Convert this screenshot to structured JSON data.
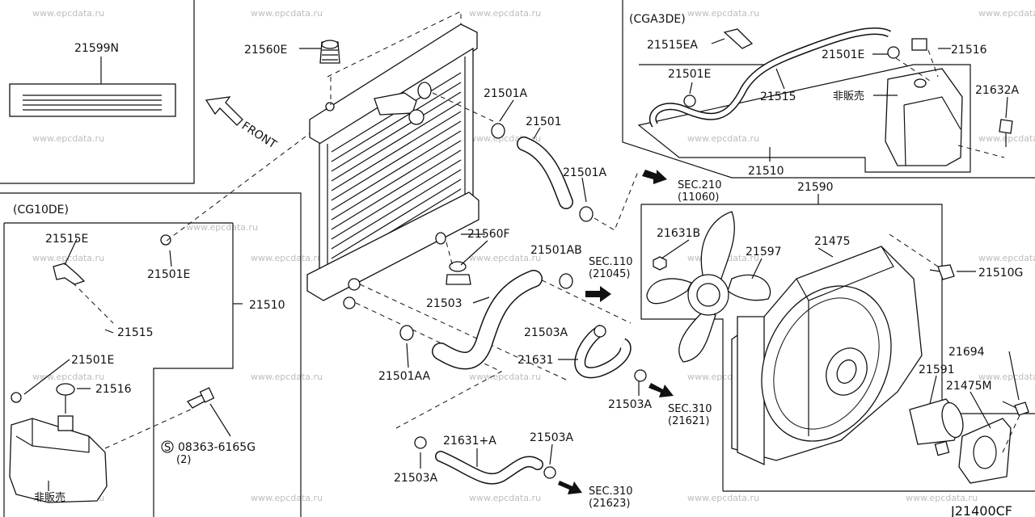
{
  "watermark": "www.epcdata.ru",
  "diagram_code": "J21400CF",
  "boxes": {
    "top_left": {
      "part": "21599N"
    },
    "cga3de": {
      "title": "(CGA3DE)"
    },
    "cg10de": {
      "title": "(CG10DE)"
    }
  },
  "front_label": "FRONT",
  "not_for_sale": "非販売",
  "labels": {
    "p21560E": "21560E",
    "p21501A_1": "21501A",
    "p21501": "21501",
    "p21501A_2": "21501A",
    "p21560F": "21560F",
    "p21501AB": "21501AB",
    "p21503": "21503",
    "p21503A_1": "21503A",
    "p21631": "21631",
    "p21503A_2": "21503A",
    "p21501AA": "21501AA",
    "p21631A": "21631+A",
    "p21503A_3": "21503A",
    "p21503A_4": "21503A",
    "p21515EA": "21515EA",
    "p21501E_top": "21501E",
    "p21501E_top2": "21501E",
    "p21515_top": "21515",
    "p21516_top": "21516",
    "p21632A": "21632A",
    "p21510_top": "21510",
    "p21590": "21590",
    "p21631B": "21631B",
    "p21597": "21597",
    "p21475": "21475",
    "p21510G": "21510G",
    "p21694": "21694",
    "p21591": "21591",
    "p21475M": "21475M",
    "p21515E": "21515E",
    "p21501E_l1": "21501E",
    "p21510_l": "21510",
    "p21515_l": "21515",
    "p21501E_l2": "21501E",
    "p21516_l": "21516",
    "bolt_code": "08363-6165G",
    "bolt_qty": "(2)",
    "bolt_prefix": "S"
  },
  "sections": {
    "sec210": "SEC.210",
    "sec210_ref": "(11060)",
    "sec110": "SEC.110",
    "sec110_ref": "(21045)",
    "sec310a": "SEC.310",
    "sec310a_ref": "(21621)",
    "sec310b": "SEC.310",
    "sec310b_ref": "(21623)"
  }
}
